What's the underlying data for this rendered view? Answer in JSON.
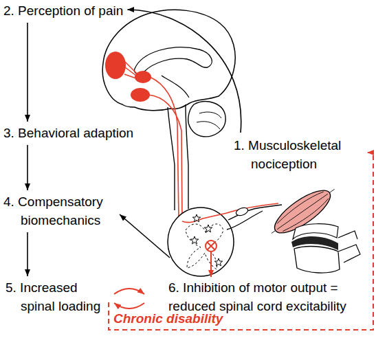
{
  "diagram": {
    "nodes": [
      {
        "text": [
          "1. Musculoskeletal nociception"
        ]
      },
      {
        "text": [
          "2. Perception of pain"
        ]
      },
      {
        "text": [
          "3. Behavioral adaption"
        ]
      },
      {
        "text": [
          "4. Compensatory biomechanics"
        ]
      },
      {
        "text": [
          "5. Increased spinal loading"
        ]
      },
      {
        "text": [
          "6. Inhibition of motor output = reduced spinal cord excitability"
        ]
      }
    ],
    "edges": [
      {
        "from": 0,
        "to": 1,
        "arrow": "to"
      },
      {
        "from": 1,
        "to": 2,
        "arrow": "to"
      },
      {
        "from": 2,
        "to": 3,
        "arrow": "to"
      },
      {
        "from": 3,
        "to": 4,
        "arrow": "to"
      },
      {
        "from": 5,
        "to": 3,
        "arrow": "to"
      },
      {
        "from": 4,
        "to": 5,
        "arrow": "to"
      },
      {
        "from": 5,
        "to": 4,
        "arrow": "to"
      },
      {
        "from": 4,
        "to": 0,
        "arrow": "to",
        "label": "Chronic disability"
      }
    ]
  }
}
